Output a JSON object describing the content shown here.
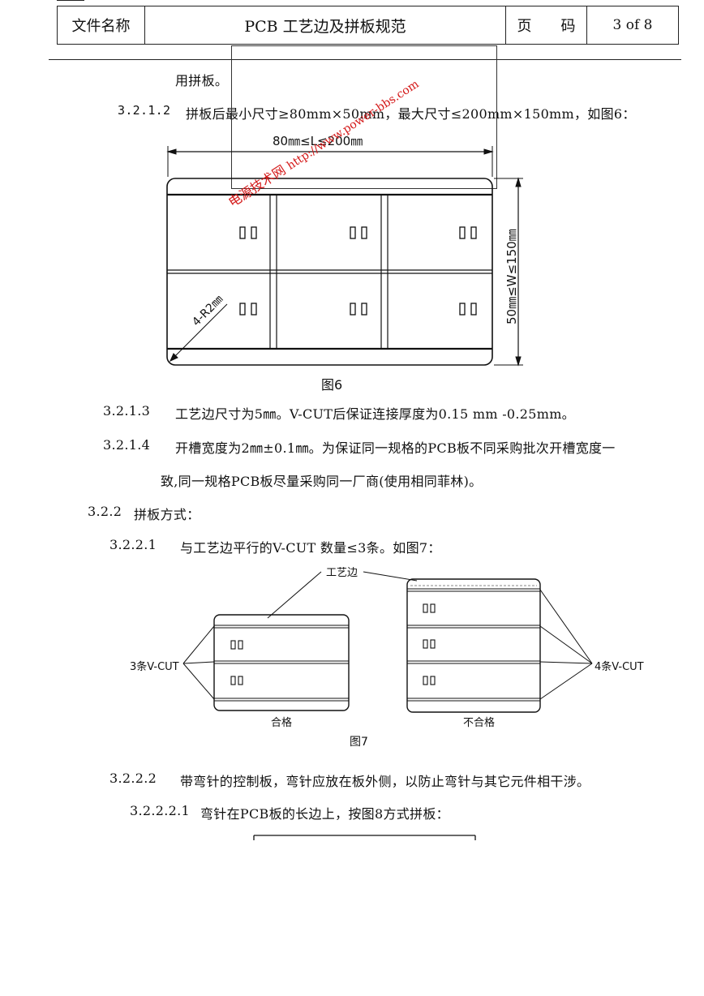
{
  "header": {
    "doc_name_label": "文件名称",
    "doc_title": "PCB 工艺边及拼板规范",
    "page_label": "页　　码",
    "page_value": "3 of 8"
  },
  "body": {
    "line_continuation": "用拼板。",
    "s3212": {
      "number": "3.2.1.2",
      "text": "拼板后最小尺寸≥80mm×50mm，最大尺寸≤200mm×150mm，如图6："
    },
    "fig6": {
      "width_label": "80㎜≤L≤200㎜",
      "height_label": "50㎜≤W≤150㎜",
      "radius_label": "4-R2㎜",
      "caption": "图6"
    },
    "s3213": {
      "number": "3.2.1.3",
      "text": "工艺边尺寸为5㎜。V-CUT后保证连接厚度为0.15 mm -0.25mm。"
    },
    "s3214": {
      "number": "3.2.1.4",
      "text": "开槽宽度为2㎜±0.1㎜。为保证同一规格的PCB板不同采购批次开槽宽度一",
      "text2": "致,同一规格PCB板尽量采购同一厂商(使用相同菲林)。"
    },
    "s322": {
      "number": "3.2.2",
      "text": "拼板方式："
    },
    "s3221": {
      "number": "3.2.2.1",
      "text": "与工艺边平行的V-CUT 数量≤3条。如图7："
    },
    "fig7": {
      "edge_label": "工艺边",
      "left_label": "3条V-CUT",
      "right_label": "4条V-CUT",
      "ok_label": "合格",
      "ng_label": "不合格",
      "caption": "图7"
    },
    "s3222": {
      "number": "3.2.2.2",
      "text": "带弯针的控制板，弯针应放在板外侧，以防止弯针与其它元件相干涉。"
    },
    "s32221": {
      "number": "3.2.2.2.1",
      "text": "弯针在PCB板的长边上，按图8方式拼板："
    }
  },
  "watermark": {
    "url": "http://www.power-bbs.com",
    "site_name": "电源技术网",
    "color": "#d41818"
  }
}
